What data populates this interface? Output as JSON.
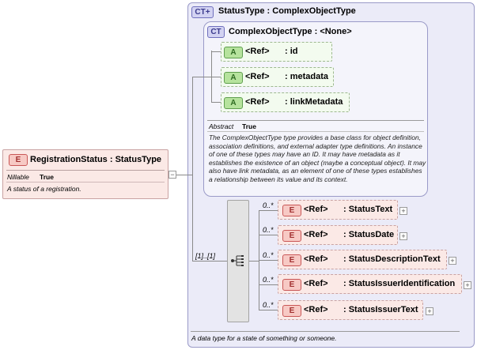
{
  "outer_type": {
    "badge": "CT+",
    "title": "StatusType : ComplexObjectType",
    "description": "A data type for a state of something or someone."
  },
  "inner_type": {
    "badge": "CT",
    "title": "ComplexObjectType : <None>",
    "abstract_label": "Abstract",
    "abstract_value": "True",
    "description": "The ComplexObjectType type provides a base class for object definition, association definitions, and external adapter type definitions. An instance of one of these types may have an ID. It may have metadata as it establishes the existence of an object (maybe a conceptual object). It may also have link metadata, as an element of one of these types establishes a relationship between its value and its context.",
    "attributes": [
      {
        "badge": "A",
        "ref": "<Ref>",
        "name": ": id"
      },
      {
        "badge": "A",
        "ref": "<Ref>",
        "name": ": metadata"
      },
      {
        "badge": "A",
        "ref": "<Ref>",
        "name": ": linkMetadata"
      }
    ]
  },
  "registration_element": {
    "badge": "E",
    "title": "RegistrationStatus : StatusType",
    "nillable_label": "Nillable",
    "nillable_value": "True",
    "description": "A status of a registration."
  },
  "sequence": {
    "occurrence": "[1]..[1]"
  },
  "elements": [
    {
      "badge": "E",
      "occurrence": "0..*",
      "ref": "<Ref>",
      "name": ": StatusText",
      "expand": "+"
    },
    {
      "badge": "E",
      "occurrence": "0..*",
      "ref": "<Ref>",
      "name": ": StatusDate",
      "expand": "+"
    },
    {
      "badge": "E",
      "occurrence": "0..*",
      "ref": "<Ref>",
      "name": ": StatusDescriptionText",
      "expand": "+"
    },
    {
      "badge": "E",
      "occurrence": "0..*",
      "ref": "<Ref>",
      "name": ": StatusIssuerIdentification",
      "expand": "+"
    },
    {
      "badge": "E",
      "occurrence": "0..*",
      "ref": "<Ref>",
      "name": ": StatusIssuerText",
      "expand": "+"
    }
  ],
  "colors": {
    "element_fill": "#fbe9e6",
    "attribute_fill": "#f3fbef",
    "type_fill": "#ebebf8",
    "type_border": "#9a9ac8"
  },
  "icons": {
    "collapse": "minus-icon",
    "expand": "plus-icon",
    "sequence": "sequence-compositor-icon"
  }
}
